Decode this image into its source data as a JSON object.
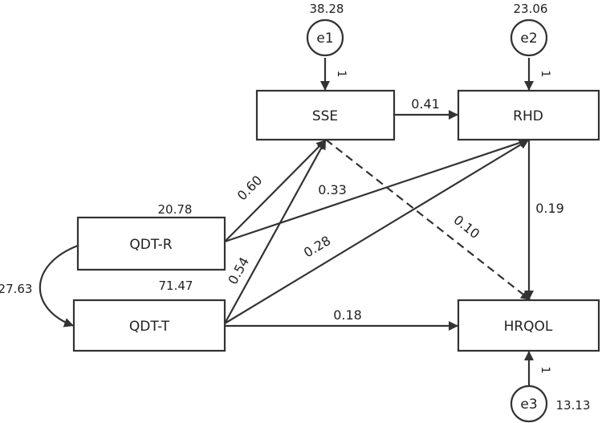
{
  "nodes": {
    "sse": "SSE",
    "rhd": "RHD",
    "qdtr": "QDT-R",
    "qdtt": "QDT-T",
    "hrqol": "HRQOL"
  },
  "errors": {
    "e1": "e1",
    "e2": "e2",
    "e3": "e3"
  },
  "variances": {
    "e1": "38.28",
    "e2": "23.06",
    "e3": "13.13",
    "qdtr": "20.78",
    "qdtt": "71.47"
  },
  "error_path_label": "1",
  "paths": {
    "sse_rhd": "0.41",
    "qdtr_sse": "0.60",
    "qdtr_rhd": "0.33",
    "qdtt_sse": "0.54",
    "qdtt_rhd": "0.28",
    "qdtt_hrqol": "0.18",
    "rhd_hrqol": "0.19",
    "sse_hrqol": "0.10"
  },
  "covariance": {
    "qdtr_qdtt": "27.63"
  }
}
